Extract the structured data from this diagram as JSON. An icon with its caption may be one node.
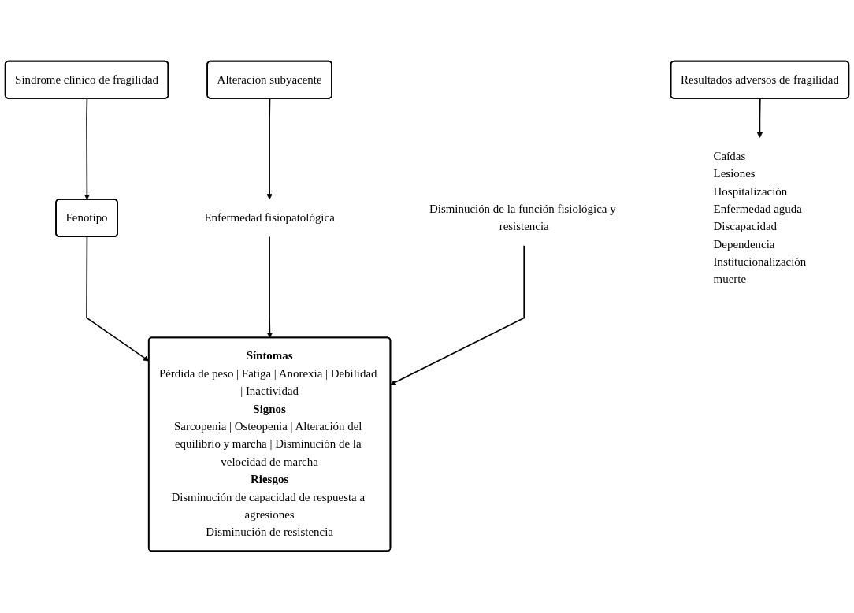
{
  "diagram": {
    "nodes": [
      {
        "text": [
          "Alteración subyacente"
        ]
      },
      {
        "text": [
          "Síndrome clínico de fragilidad"
        ]
      },
      {
        "text": [
          "Resultados adversos de fragilidad"
        ]
      },
      {
        "text": [
          "Fenotipo"
        ]
      },
      {
        "text": [
          "Enfermedad fisiopatológica"
        ]
      },
      {
        "text": [
          "Síntomas",
          "Pérdida de peso | Fatiga | Anorexia | Debilidad | Inactividad",
          "Signos",
          "Sarcopenia | Osteopenia | Alteración del equilibrio y marcha | Disminución de la velocidad de marcha",
          "Riesgos",
          "Disminución de capacidad de respuesta a agresiones",
          "Disminución de resistencia"
        ]
      },
      {
        "text": [
          "Disminución de la función fisiológica y resistencia"
        ]
      },
      {
        "text": [
          "Caídas",
          "Lesiones",
          "Hospitalización",
          "Enfermedad aguda",
          "Discapacidad",
          "Dependencia",
          "Institucionalización",
          "muerte"
        ]
      }
    ],
    "edges": [
      {
        "from": 0,
        "to": 4,
        "arrow": "to"
      },
      {
        "from": 1,
        "to": 3,
        "arrow": "to"
      },
      {
        "from": 3,
        "to": 5,
        "arrow": "to"
      },
      {
        "from": 4,
        "to": 5,
        "arrow": "to"
      },
      {
        "from": 6,
        "to": 5,
        "arrow": "to"
      },
      {
        "from": 2,
        "to": 7,
        "arrow": "to"
      }
    ]
  }
}
